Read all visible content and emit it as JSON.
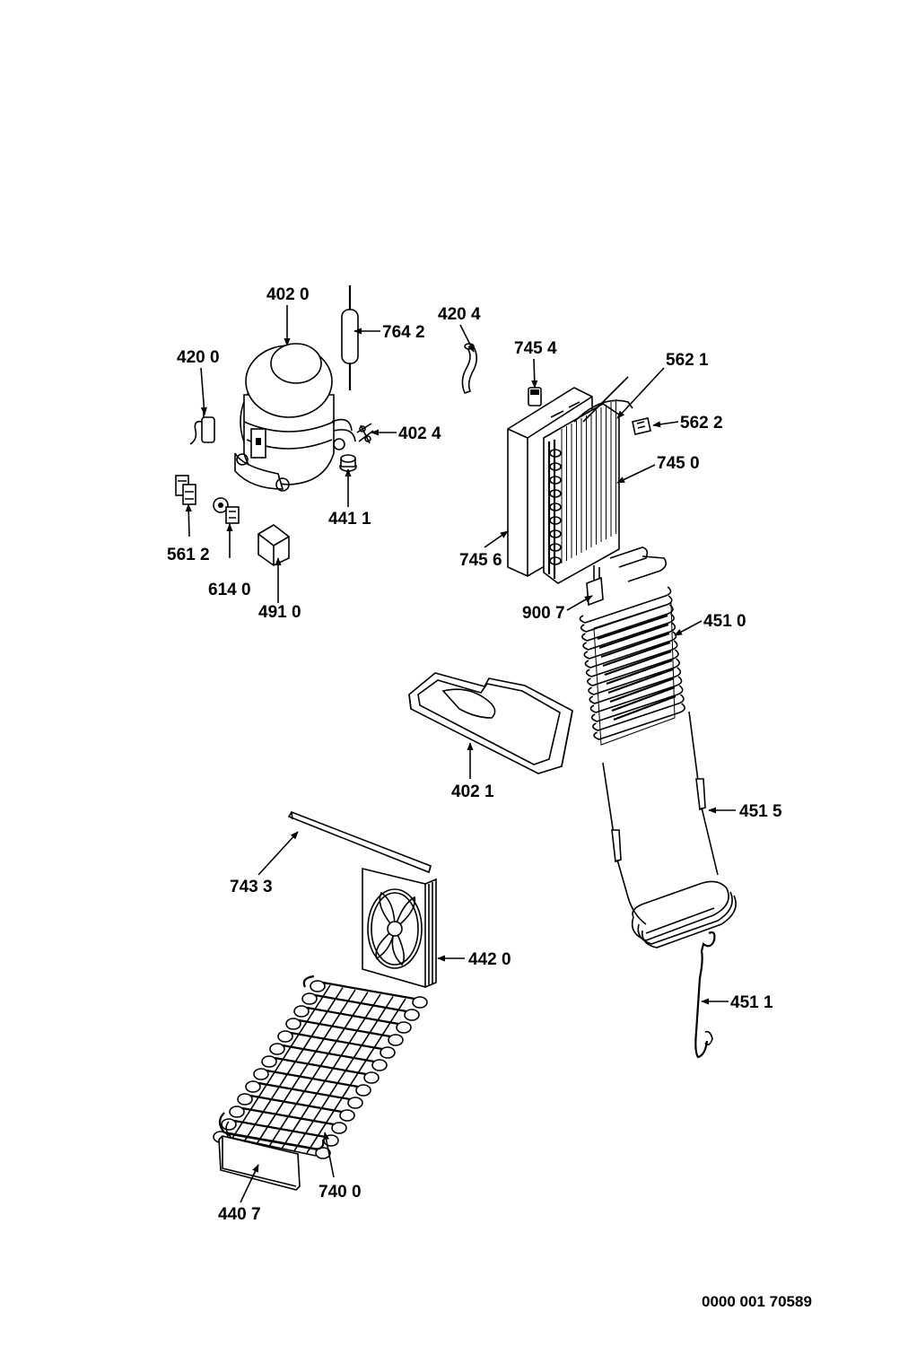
{
  "diagram": {
    "document_number": "0000 001 70589",
    "parts": [
      {
        "id": "compressor",
        "label": "402 0"
      },
      {
        "id": "dryer-filter",
        "label": "764 2"
      },
      {
        "id": "capillary-tube",
        "label": "420 4"
      },
      {
        "id": "start-capacitor",
        "label": "420 0"
      },
      {
        "id": "mounting-kit",
        "label": "402 4"
      },
      {
        "id": "grommet",
        "label": "441 1"
      },
      {
        "id": "start-relay",
        "label": "561 2"
      },
      {
        "id": "overload-protector",
        "label": "614 0"
      },
      {
        "id": "relay-cover",
        "label": "491 0"
      },
      {
        "id": "sensor-clip",
        "label": "745 4"
      },
      {
        "id": "evaporator-tube",
        "label": "562 1"
      },
      {
        "id": "heater-clip",
        "label": "562 2"
      },
      {
        "id": "evaporator",
        "label": "745 0"
      },
      {
        "id": "evaporator-cover",
        "label": "745 6"
      },
      {
        "id": "thermal-fuse",
        "label": "900 7"
      },
      {
        "id": "defrost-heater",
        "label": "451 0"
      },
      {
        "id": "drip-tray",
        "label": "402 1"
      },
      {
        "id": "drain-heater",
        "label": "451 5"
      },
      {
        "id": "sealing-strip",
        "label": "743 3"
      },
      {
        "id": "condenser-fan",
        "label": "442 0"
      },
      {
        "id": "heater-wire",
        "label": "451 1"
      },
      {
        "id": "condenser",
        "label": "740 0"
      },
      {
        "id": "condenser-foam",
        "label": "440 7"
      }
    ]
  }
}
